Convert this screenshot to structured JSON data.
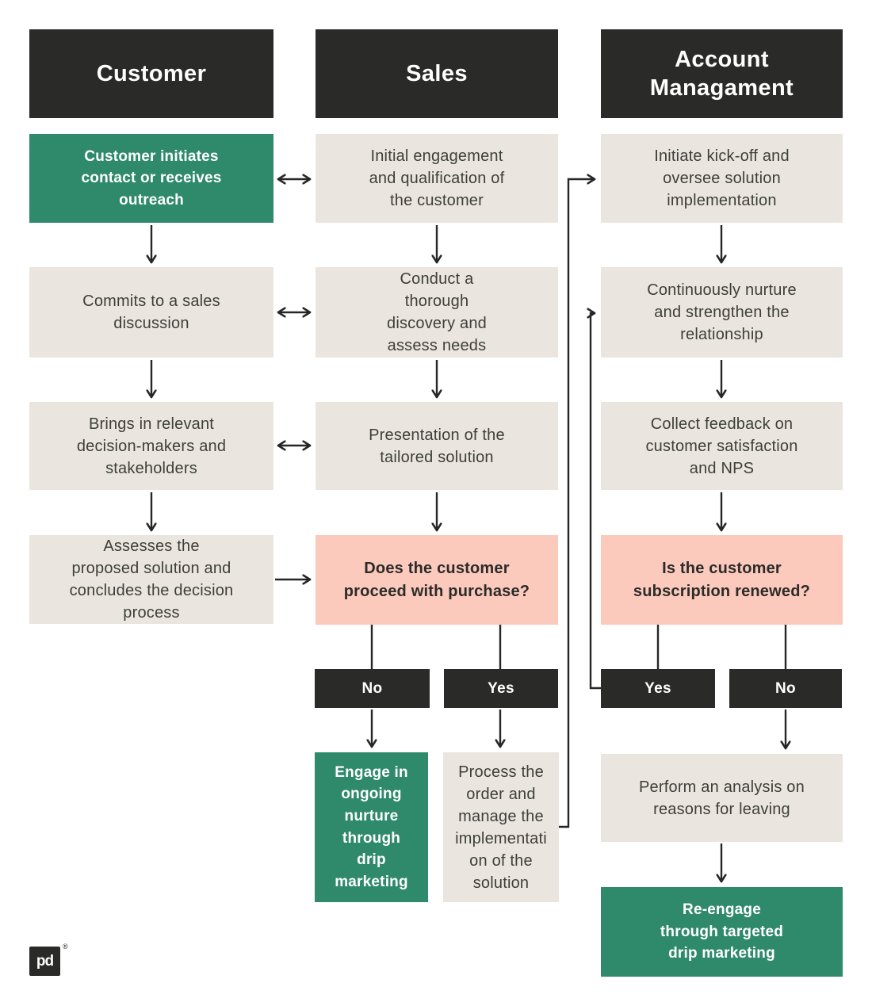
{
  "lanes": {
    "customer": {
      "header": "Customer",
      "start": "Customer initiates contact or receives outreach",
      "steps": [
        "Commits to a sales discussion",
        "Brings in relevant decision-makers and stakeholders",
        "Assesses the proposed solution and concludes the decision process"
      ]
    },
    "sales": {
      "header": "Sales",
      "steps": [
        "Initial engagement and qualification of the customer",
        "Conduct a thorough discovery and assess needs",
        "Presentation of the tailored solution"
      ],
      "decision": "Does the customer proceed with purchase?",
      "no_label": "No",
      "yes_label": "Yes",
      "no_outcome": "Engage in ongoing nurture through drip marketing",
      "yes_outcome": "Process the order and manage the implementation of the solution"
    },
    "account_management": {
      "header": "Account Managament",
      "steps": [
        "Initiate kick-off and oversee solution implementation",
        "Continuously nurture and strengthen the relationship",
        "Collect feedback on customer satisfaction and NPS"
      ],
      "decision": "Is the customer subscription renewed?",
      "yes_label": "Yes",
      "no_label": "No",
      "no_outcome": "Perform an analysis on reasons for leaving",
      "final": "Re-engage through targeted drip marketing"
    }
  },
  "logo": {
    "text": "pd",
    "registered": "®"
  },
  "colors": {
    "dark": "#2a2a28",
    "green": "#2f8a6b",
    "pink": "#fcc9bd",
    "beige": "#eae6df",
    "text": "#3e3e3a",
    "arrow": "#262626",
    "background": "#ffffff"
  }
}
